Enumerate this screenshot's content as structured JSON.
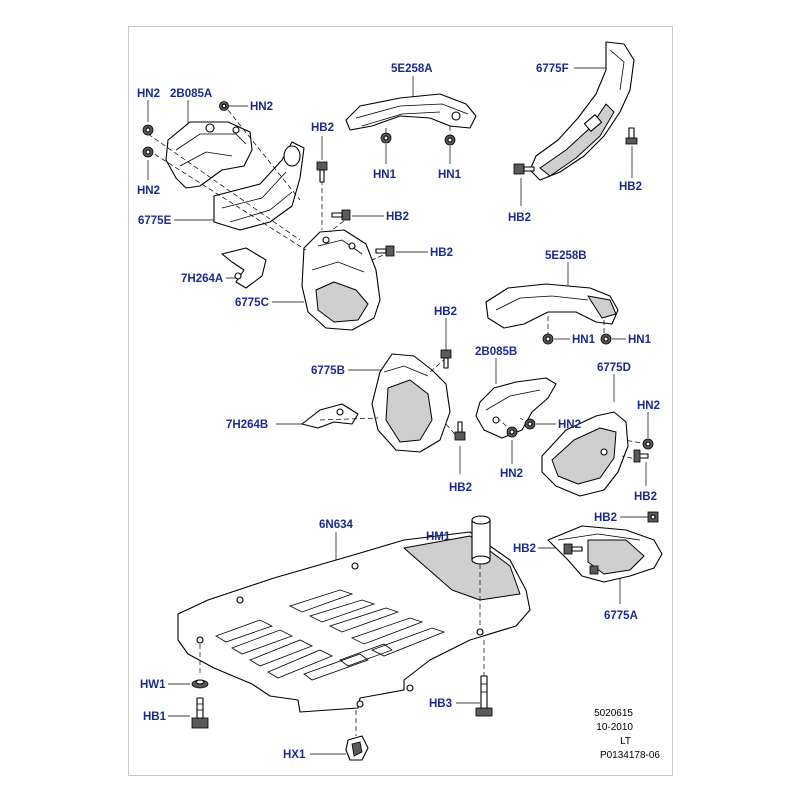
{
  "labels": {
    "hn2_a": "HN2",
    "p2b085a": "2B085A",
    "hn2_b": "HN2",
    "hn2_c": "HN2",
    "hb2_a": "HB2",
    "p6775e": "6775E",
    "hb2_b": "HB2",
    "p7h264a": "7H264A",
    "hb2_c": "HB2",
    "p6775c": "6775C",
    "p5e258a": "5E258A",
    "hn1_a": "HN1",
    "hn1_b": "HN1",
    "p6775f": "6775F",
    "hb2_d": "HB2",
    "hb2_e": "HB2",
    "p5e258b": "5E258B",
    "hn1_c": "HN1",
    "hn1_d": "HN1",
    "hb2_f": "HB2",
    "p6775b": "6775B",
    "p2b085b": "2B085B",
    "p6775d": "6775D",
    "hn2_d": "HN2",
    "p7h264b": "7H264B",
    "hn2_e": "HN2",
    "hn2_f": "HN2",
    "hb2_g": "HB2",
    "hb2_h": "HB2",
    "p6n634": "6N634",
    "hm1": "HM1",
    "hb2_i": "HB2",
    "hb2_j": "HB2",
    "p6775a": "6775A",
    "hw1": "HW1",
    "hb1": "HB1",
    "hb3": "HB3",
    "hx1": "HX1"
  },
  "reference": {
    "line1": "5020615",
    "line2": "10-2010",
    "line3": "LT",
    "line4": "P0134178-06"
  },
  "colors": {
    "label": "#1c2a8c",
    "frame_border": "#c8c8c8",
    "line": "#000000",
    "shade": "#cfcfcf"
  }
}
